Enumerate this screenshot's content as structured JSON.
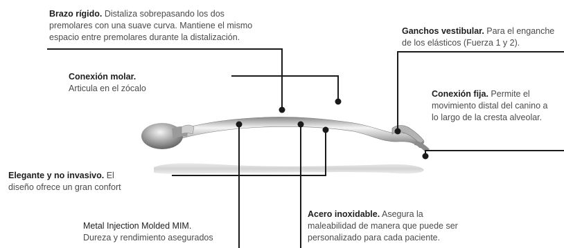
{
  "labels": {
    "brazo": {
      "title": "Brazo rígido.",
      "text": " Distaliza sobrepasando los dos",
      "line2": "premolares con una suave curva. Mantiene el mismo",
      "line3": "espacio entre premolares durante la distalización."
    },
    "ganchos": {
      "title": "Ganchos vestibular.",
      "text": " Para el enganche",
      "line2": "de los elásticos (Fuerza 1 y 2)."
    },
    "conexion_molar": {
      "title": "Conexión molar.",
      "line2": "Articula en el zócalo"
    },
    "conexion_fija": {
      "title": "Conexión fija.",
      "text": " Permite el",
      "line2": "movimiento distal del canino a",
      "line3": "lo largo de la cresta alveolar."
    },
    "elegante": {
      "title": "Elegante y no invasivo.",
      "text": " El",
      "line2": "diseño ofrece un gran confort"
    },
    "metal": {
      "title": "Metal Injection Molded MIM.",
      "line2": "Dureza y rendimiento asegurados"
    },
    "acero": {
      "title": "Acero inoxidable.",
      "text": " Asegura la",
      "line2": "maleabilidad de manera que puede ser",
      "line3": "personalizado para cada paciente."
    }
  },
  "colors": {
    "leader": "#1a1a1a",
    "metal_light": "#f2f2f2",
    "metal_mid": "#b8b8b8",
    "metal_dark": "#6e6e6e",
    "shadow": "#d9d9d9"
  }
}
